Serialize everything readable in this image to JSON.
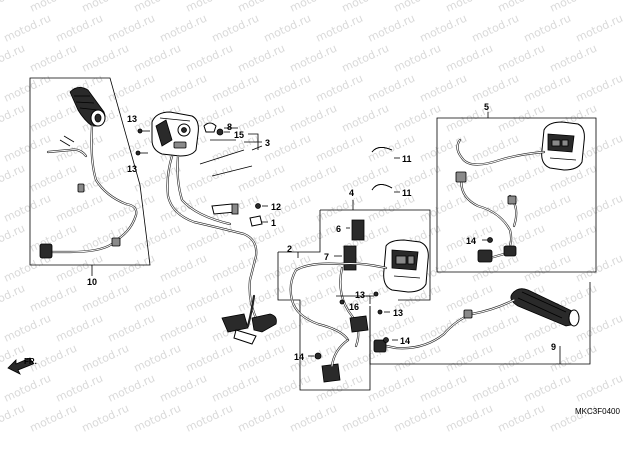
{
  "watermark": "motod.ru",
  "diagram_code": "MKC3F0400",
  "front_arrow_label": "FR.",
  "callouts": [
    {
      "id": "c13a",
      "text": "13"
    },
    {
      "id": "c13b",
      "text": "13"
    },
    {
      "id": "c8",
      "text": "8"
    },
    {
      "id": "c15",
      "text": "15"
    },
    {
      "id": "c3",
      "text": "3"
    },
    {
      "id": "c11a",
      "text": "11"
    },
    {
      "id": "c11b",
      "text": "11"
    },
    {
      "id": "c4",
      "text": "4"
    },
    {
      "id": "c12",
      "text": "12"
    },
    {
      "id": "c1",
      "text": "1"
    },
    {
      "id": "c6",
      "text": "6"
    },
    {
      "id": "c7",
      "text": "7"
    },
    {
      "id": "c2",
      "text": "2"
    },
    {
      "id": "c16",
      "text": "16"
    },
    {
      "id": "c13c",
      "text": "13"
    },
    {
      "id": "c13d",
      "text": "13"
    },
    {
      "id": "c10",
      "text": "10"
    },
    {
      "id": "c14a",
      "text": "14"
    },
    {
      "id": "c14b",
      "text": "14"
    },
    {
      "id": "c14c",
      "text": "14"
    },
    {
      "id": "c5",
      "text": "5"
    },
    {
      "id": "c9",
      "text": "9"
    }
  ]
}
